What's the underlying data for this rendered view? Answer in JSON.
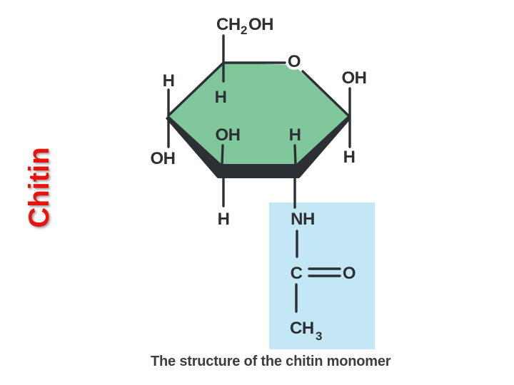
{
  "slide": {
    "title": "Chitin",
    "caption": "The structure of the chitin monomer"
  },
  "colors": {
    "title_red": "#e8130f",
    "ring_fill": "#80c79c",
    "highlight_blue": "#c4e7f6",
    "line_dark": "#2c2f33",
    "background": "#ffffff"
  },
  "molecule": {
    "ch2oh": {
      "prefix": "CH",
      "sub": "2",
      "suffix": "OH"
    },
    "ring_o": "O",
    "h_top_left": "H",
    "oh_top_right": "OH",
    "h_inner_top": "H",
    "oh_inner": "OH",
    "h_inner_right": "H",
    "oh_outer_left": "OH",
    "h_outer_right": "H",
    "h_bottom": "H",
    "nh": "NH",
    "carbonyl_c": "C",
    "carbonyl_o": "O",
    "ch3": {
      "prefix": "CH",
      "sub": "3"
    }
  }
}
